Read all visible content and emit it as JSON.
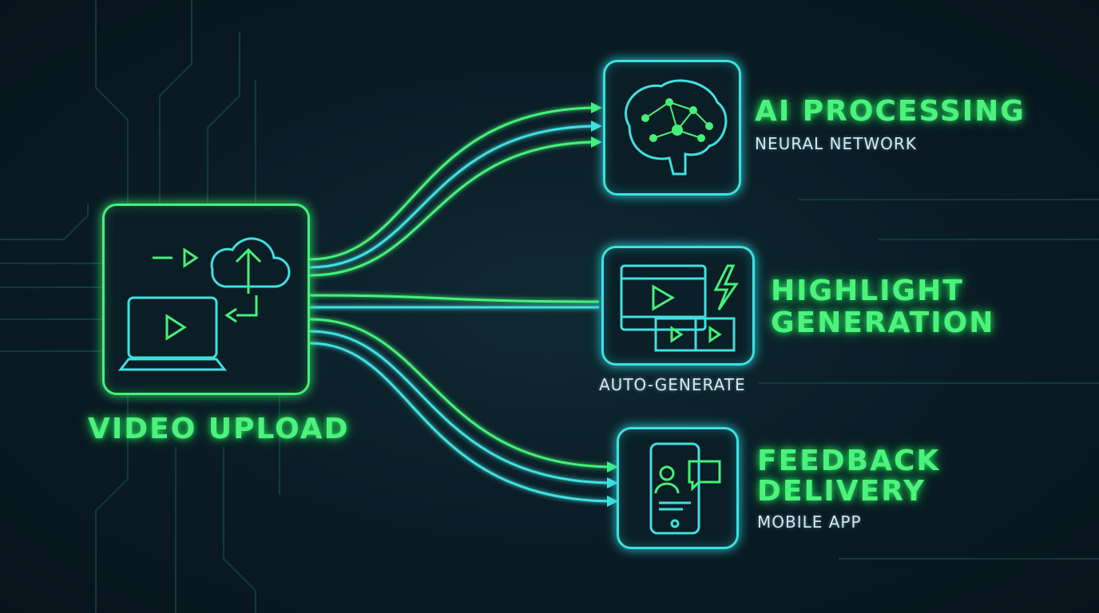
{
  "source": {
    "label": "VIDEO UPLOAD",
    "icon": "laptop-cloud-upload-icon"
  },
  "targets": [
    {
      "title_lines": [
        "AI PROCESSING"
      ],
      "subtitle": "NEURAL NETWORK",
      "icon": "brain-network-icon"
    },
    {
      "title_lines": [
        "HIGHLIGHT",
        "GENERATION"
      ],
      "subtitle": "AUTO-GENERATE",
      "icon": "film-lightning-icon"
    },
    {
      "title_lines": [
        "FEEDBACK",
        "DELIVERY"
      ],
      "subtitle": "MOBILE APP",
      "icon": "mobile-chat-icon"
    }
  ],
  "colors": {
    "green": "#45f07a",
    "cyan": "#3fe0e0",
    "background": "#0a1b24"
  }
}
